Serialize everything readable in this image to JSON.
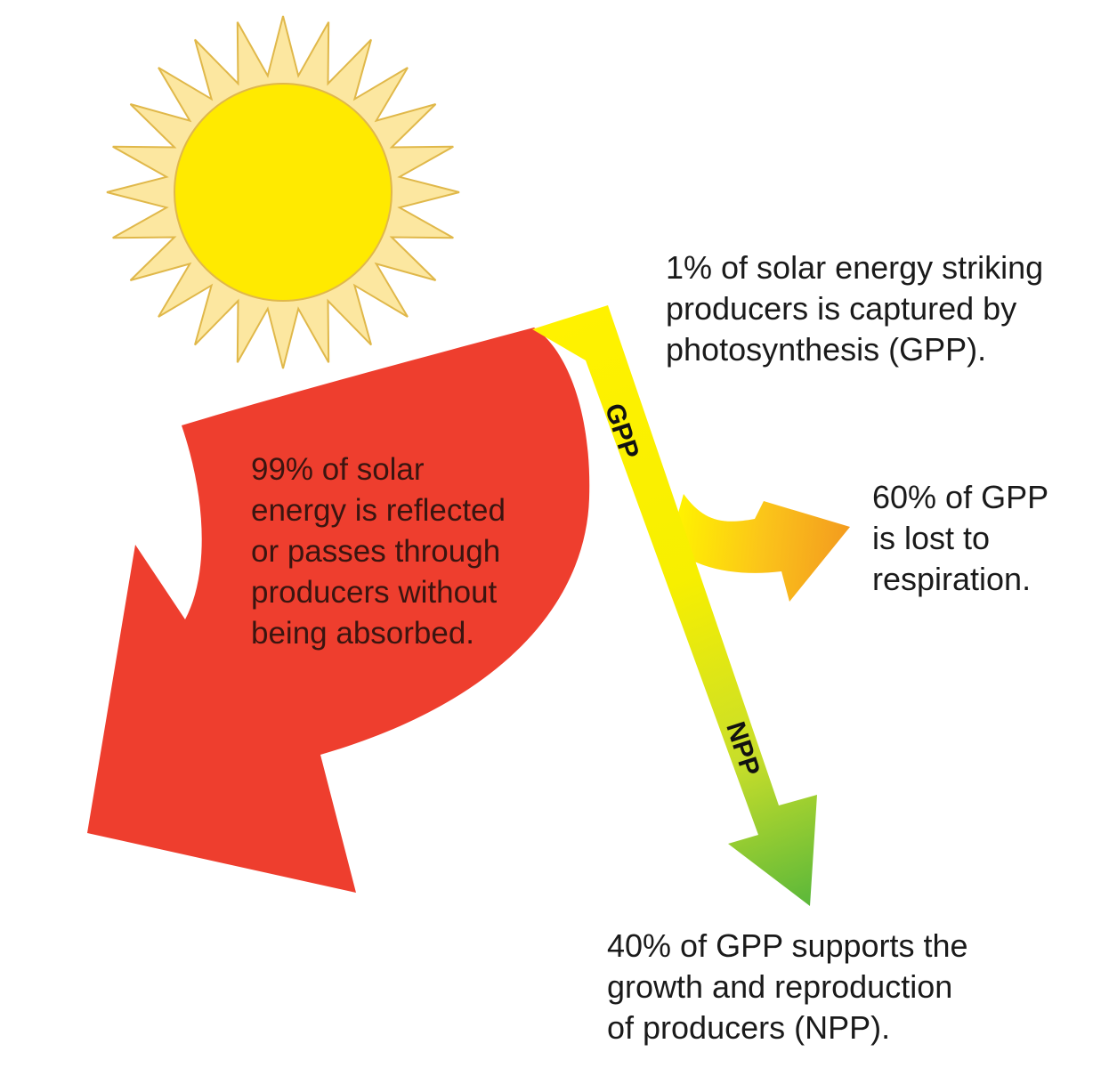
{
  "labels": {
    "gpp": "GPP",
    "npp": "NPP"
  },
  "captions": {
    "captured": [
      "1% of solar energy striking",
      "producers is captured by",
      "photosynthesis (GPP)."
    ],
    "reflected": [
      "99% of solar",
      "energy is reflected",
      "or passes through",
      "producers without",
      "being absorbed."
    ],
    "respiration": [
      "60% of GPP",
      "is lost to",
      "respiration."
    ],
    "growth": [
      "40% of GPP supports the",
      "growth and reproduction",
      "of producers (NPP)."
    ]
  },
  "colors": {
    "sun_core": "#ffea00",
    "sun_rays": "#fce7a0",
    "sun_outline": "#e0b84a",
    "reflected_arrow": "#ee3e2e",
    "gpp_arrow": "#fff200",
    "respiration_arrow": "#f4a21e",
    "npp_arrow": "#5cb83a"
  }
}
